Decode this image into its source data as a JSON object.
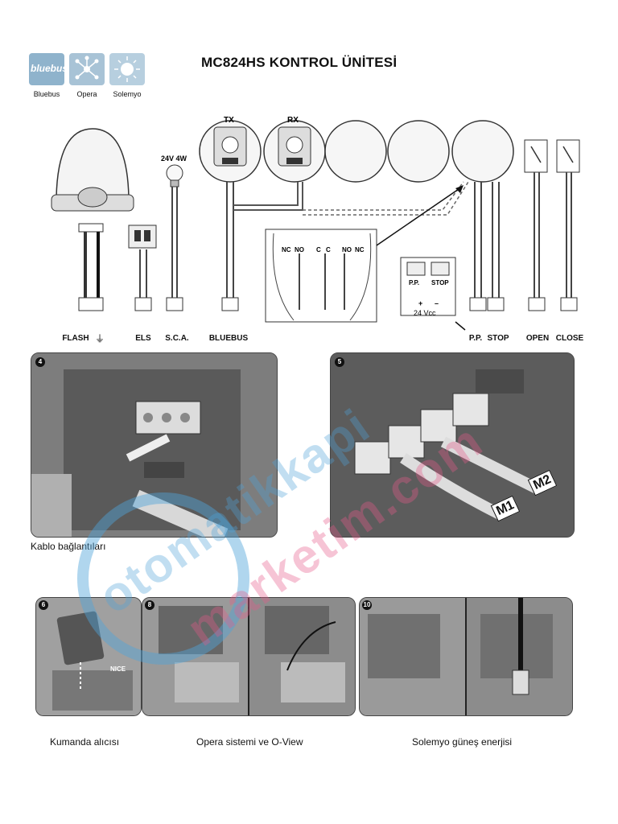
{
  "title": "MC824HS  KONTROL ÜNİTESİ",
  "badges": [
    {
      "label": "Bluebus",
      "logo_text": "bluebus",
      "color": "#8fb3cc"
    },
    {
      "label": "Opera",
      "color": "#a8c3d6"
    },
    {
      "label": "Solemyo",
      "color": "#b7cfdf"
    }
  ],
  "diagram": {
    "lamp_rating": "24V 4W",
    "photocell_tx": "TX",
    "photocell_rx": "RX",
    "contacts": [
      "NC",
      "NO",
      "C",
      "C",
      "NO",
      "NC"
    ],
    "pp_block": "P.P.",
    "stop_block": "STOP",
    "plus": "+",
    "minus": "–",
    "voltage": "24 Vcc",
    "terminals": [
      "FLASH",
      "ELS",
      "S.C.A.",
      "BLUEBUS",
      "P.P.",
      "STOP",
      "OPEN",
      "CLOSE"
    ]
  },
  "photos": {
    "photo4_number": "4",
    "photo5_number": "5",
    "motor_labels": [
      "M1",
      "M2"
    ],
    "cable_caption": "Kablo bağlantıları",
    "photo6_number": "6",
    "photo7_number": "8",
    "photo8_number": "10",
    "receiver_brand": "NICE",
    "bottom_captions": [
      "Kumanda alıcısı",
      "Opera sistemi ve O-View",
      "Solemyo güneş enerjisi"
    ]
  },
  "watermark": {
    "line1": "otomatikkapi",
    "line2": "marketim.com"
  },
  "colors": {
    "watermark_blue": "#4fa3d9",
    "watermark_pink": "#e85a8a"
  }
}
